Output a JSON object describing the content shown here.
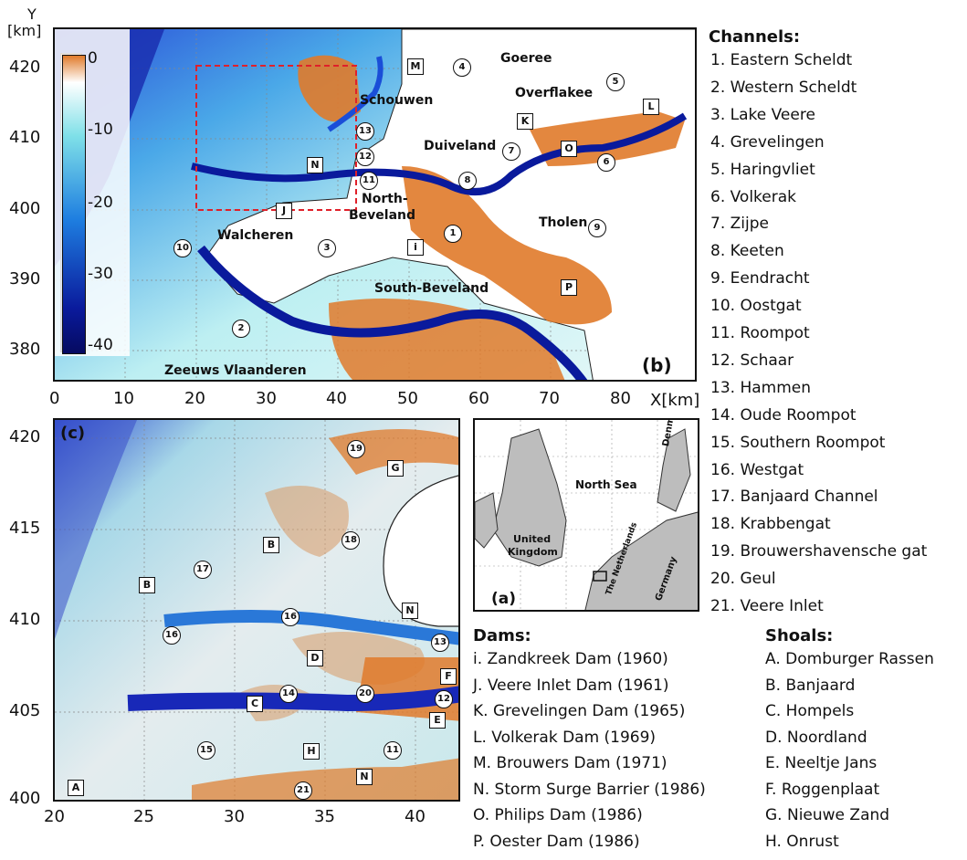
{
  "panel_b": {
    "label": "(b)",
    "axis_y_label": "Y",
    "axis_y_unit": "[km]",
    "axis_x_label": "X[km]",
    "x_ticks": [
      "0",
      "10",
      "20",
      "30",
      "40",
      "50",
      "60",
      "70",
      "80"
    ],
    "y_ticks": [
      "420",
      "410",
      "400",
      "390",
      "380"
    ],
    "colorbar_ticks": [
      "0",
      "-10",
      "-20",
      "-30",
      "-40"
    ],
    "regions": [
      "Goeree",
      "Overflakee",
      "Schouwen",
      "Duiveland",
      "North-",
      "Beveland",
      "Tholen",
      "Walcheren",
      "South-Beveland",
      "Zeeuws Vlaanderen"
    ],
    "box_markers": [
      "M",
      "K",
      "L",
      "O",
      "N",
      "J",
      "i",
      "P"
    ],
    "circle_markers": [
      "4",
      "5",
      "13",
      "12",
      "11",
      "7",
      "8",
      "6",
      "1",
      "9",
      "10",
      "3",
      "2"
    ]
  },
  "panel_c": {
    "label": "(c)",
    "x_ticks": [
      "20",
      "25",
      "30",
      "35",
      "40"
    ],
    "y_ticks": [
      "420",
      "415",
      "410",
      "405",
      "400"
    ],
    "box_markers": [
      "G",
      "B",
      "B",
      "N",
      "F",
      "D",
      "E",
      "C",
      "H",
      "A",
      "N"
    ],
    "circle_markers": [
      "19",
      "18",
      "17",
      "16",
      "16",
      "13",
      "12",
      "20",
      "14",
      "15",
      "11",
      "21"
    ]
  },
  "panel_a": {
    "label": "(a)",
    "places": [
      "North Sea",
      "Denmark",
      "United",
      "Kingdom",
      "The Netherlands",
      "Germany"
    ]
  },
  "channels": {
    "title": "Channels:",
    "items": [
      "1. Eastern Scheldt",
      "2. Western Scheldt",
      "3. Lake Veere",
      "4. Grevelingen",
      "5. Haringvliet",
      "6. Volkerak",
      "7. Zijpe",
      "8. Keeten",
      "9. Eendracht",
      "10. Oostgat",
      "11. Roompot",
      "12. Schaar",
      "13. Hammen",
      "14. Oude Roompot",
      "15. Southern Roompot",
      "16. Westgat",
      "17. Banjaard Channel",
      "18. Krabbengat",
      "19. Brouwershavensche gat",
      "20. Geul",
      "21. Veere Inlet"
    ]
  },
  "dams": {
    "title": "Dams:",
    "items": [
      "i. Zandkreek Dam (1960)",
      "J. Veere Inlet Dam (1961)",
      "K. Grevelingen Dam (1965)",
      "L. Volkerak Dam (1969)",
      "M. Brouwers Dam (1971)",
      "N. Storm Surge Barrier (1986)",
      "O. Philips Dam (1986)",
      "P. Oester Dam (1986)"
    ]
  },
  "shoals": {
    "title": "Shoals:",
    "items": [
      "A. Domburger Rassen",
      "B. Banjaard",
      "C. Hompels",
      "D. Noordland",
      "E. Neeltje Jans",
      "F. Roggenplaat",
      "G. Nieuwe Zand",
      "H. Onrust"
    ]
  },
  "colors": {
    "deep": "#0a1a9c",
    "mid": "#1e7ee0",
    "shallow": "#7fe0e8",
    "land_shoal": "#e07a2a",
    "frame": "#111111",
    "dashed_box": "#e0202a"
  }
}
